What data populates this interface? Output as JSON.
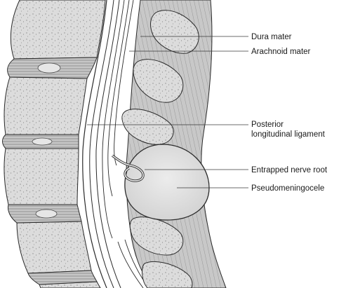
{
  "labels": {
    "dura_mater": "Dura mater",
    "arachnoid_mater": "Arachnoid mater",
    "posterior_ligament_line1": "Posterior",
    "posterior_ligament_line2": "longitudinal ligament",
    "entrapped_nerve_root": "Entrapped nerve root",
    "pseudomeningocele": "Pseudomeningocele"
  },
  "colors": {
    "bone_fill": "#dcdcdc",
    "bone_stipple": "#8a8a8a",
    "disc_fill": "#c4c4c4",
    "outline": "#2a2a2a",
    "cyst_fill": "#e2e2e2",
    "muscle_fill": "#bfbfbf"
  }
}
